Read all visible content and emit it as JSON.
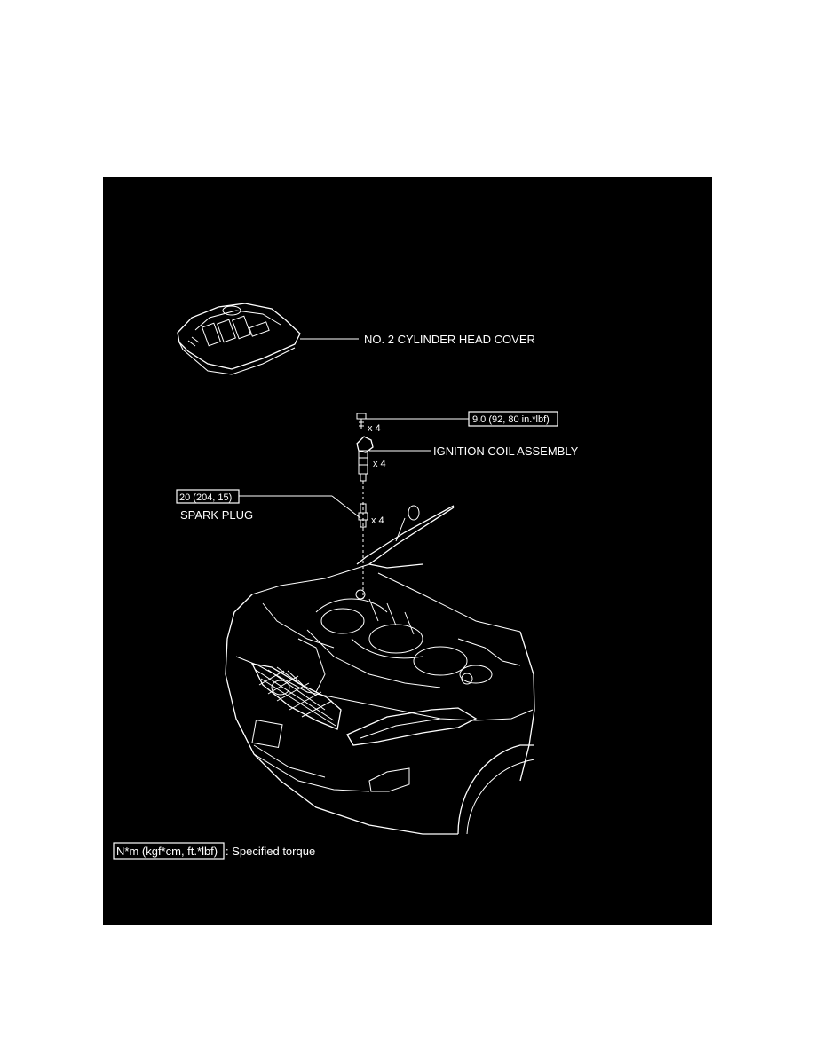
{
  "labels": {
    "head_cover": "NO. 2 CYLINDER HEAD COVER",
    "coil": "IGNITION COIL ASSEMBLY",
    "spark_plug": "SPARK PLUG",
    "qty_bolt": "x 4",
    "qty_coil": "x 4",
    "qty_plug": "x 4"
  },
  "torques": {
    "coil_bolt": "9.0 (92, 80 in.*lbf)",
    "spark_plug": "20 (204, 15)"
  },
  "legend": {
    "unit_box": "N*m (kgf*cm, ft.*lbf)",
    "description": ": Specified torque"
  }
}
